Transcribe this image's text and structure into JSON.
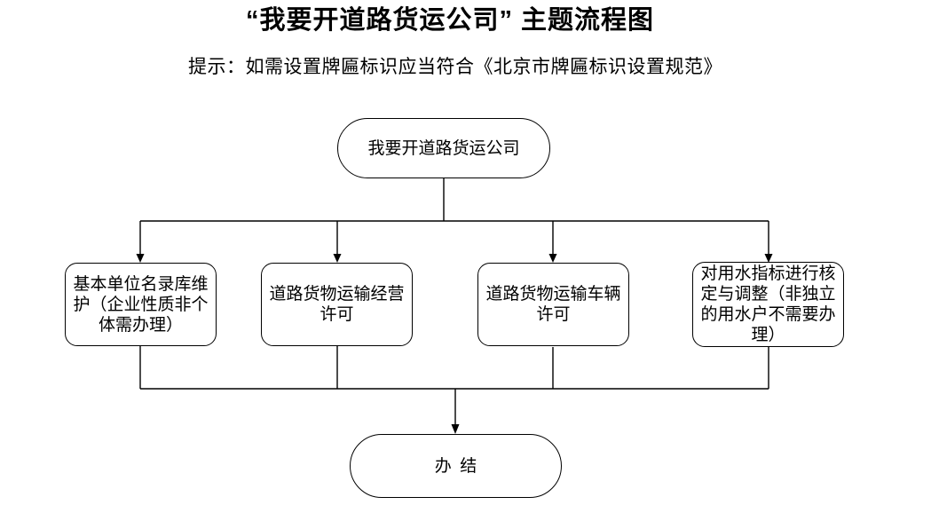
{
  "page": {
    "title": "“我要开道路货运公司” 主题流程图",
    "subtitle": "提示：如需设置牌匾标识应当符合《北京市牌匾标识设置规范》"
  },
  "flowchart": {
    "type": "flowchart",
    "start_node": {
      "label": "我要开道路货运公司",
      "shape": "stadium"
    },
    "process_nodes": [
      {
        "label": "基本单位名录库维护（企业性质非个体需办理）",
        "shape": "rounded-rect"
      },
      {
        "label": "道路货物运输经营许可",
        "shape": "rounded-rect"
      },
      {
        "label": "道路货物运输车辆许可",
        "shape": "rounded-rect"
      },
      {
        "label": "对用水指标进行核定与调整（非独立的用水户不需要办理）",
        "shape": "rounded-rect"
      }
    ],
    "end_node": {
      "label": "办  结",
      "shape": "stadium"
    },
    "edges": [
      {
        "from": "start",
        "to": "process-1",
        "arrow": true
      },
      {
        "from": "start",
        "to": "process-2",
        "arrow": true
      },
      {
        "from": "start",
        "to": "process-3",
        "arrow": true
      },
      {
        "from": "start",
        "to": "process-4",
        "arrow": true
      },
      {
        "from": "process-1",
        "to": "end",
        "arrow": true
      },
      {
        "from": "process-2",
        "to": "end",
        "arrow": true
      },
      {
        "from": "process-3",
        "to": "end",
        "arrow": true
      },
      {
        "from": "process-4",
        "to": "end",
        "arrow": true
      }
    ]
  },
  "colors": {
    "background": "#ffffff",
    "line": "#000000",
    "text": "#000000"
  }
}
